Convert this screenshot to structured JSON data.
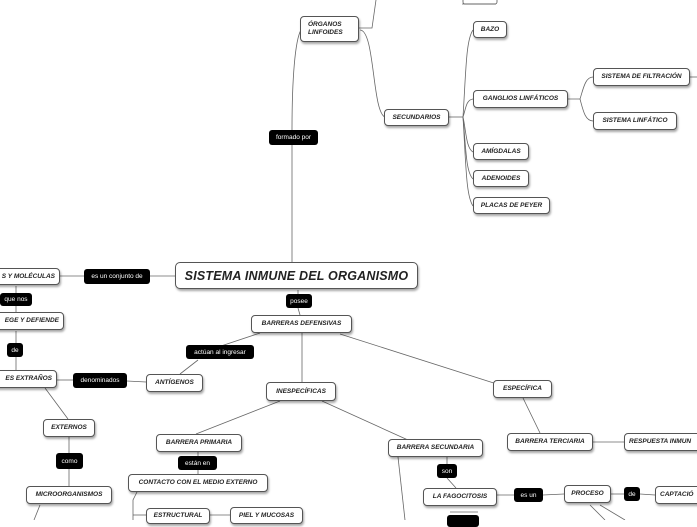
{
  "root": "SISTEMA INMUNE DEL ORGANISMO",
  "nodes": {
    "organos_linfoides": "ÓRGANOS LINFOIDES",
    "secundarios": "SECUNDARIOS",
    "bazo": "BAZO",
    "ganglios": "GANGLIOS LINFÁTICOS",
    "sistema_filtracion": "SISTEMA DE FILTRACIÓN",
    "sistema_linfatico": "SISTEMA LINFÁTICO",
    "amigdalas": "AMÍGDALAS",
    "adenoides": "ADENOIDES",
    "placas_peyer": "PLACAS DE PEYER",
    "celulas_moleculas": "S Y MOLÉCULAS",
    "protege_defiende": "EGE Y DEFIENDE",
    "agentes_extranos": "ES EXTRAÑOS",
    "externos": "EXTERNOS",
    "microorganismos": "MICROORGANISMOS",
    "barreras_defensivas": "BARRERAS  DEFENSIVAS",
    "antigenos": "ANTÍGENOS",
    "inespecificas": "INESPECÍFICAS",
    "especifica": "ESPECÍFICA",
    "barrera_primaria": "BARRERA PRIMARIA",
    "contacto_medio": "CONTACTO CON EL MEDIO EXTERNO",
    "estructural": "ESTRUCTURAL",
    "piel_mucosas": "PIEL Y MUCOSAS",
    "barrera_secundaria": "BARRERA SECUNDARIA",
    "fagocitosis": "LA FAGOCITOSIS",
    "proceso": "PROCESO",
    "captacion": "CAPTACIÓ",
    "barrera_terciaria": "BARRERA TERCIARIA",
    "respuesta_inmune": "RESPUESTA INMUN"
  },
  "connectors": {
    "formado_por": "formado por",
    "es_un_conjunto_de": "es un conjunto de",
    "que_nos": "que nos",
    "de_1": "de",
    "denominados": "denominados",
    "como": "como",
    "posee": "posee",
    "actuan_al_ingresar": "actúan al ingresar",
    "estan_en": "están en",
    "son": "son",
    "es_un": "es un",
    "de_2": "de"
  }
}
